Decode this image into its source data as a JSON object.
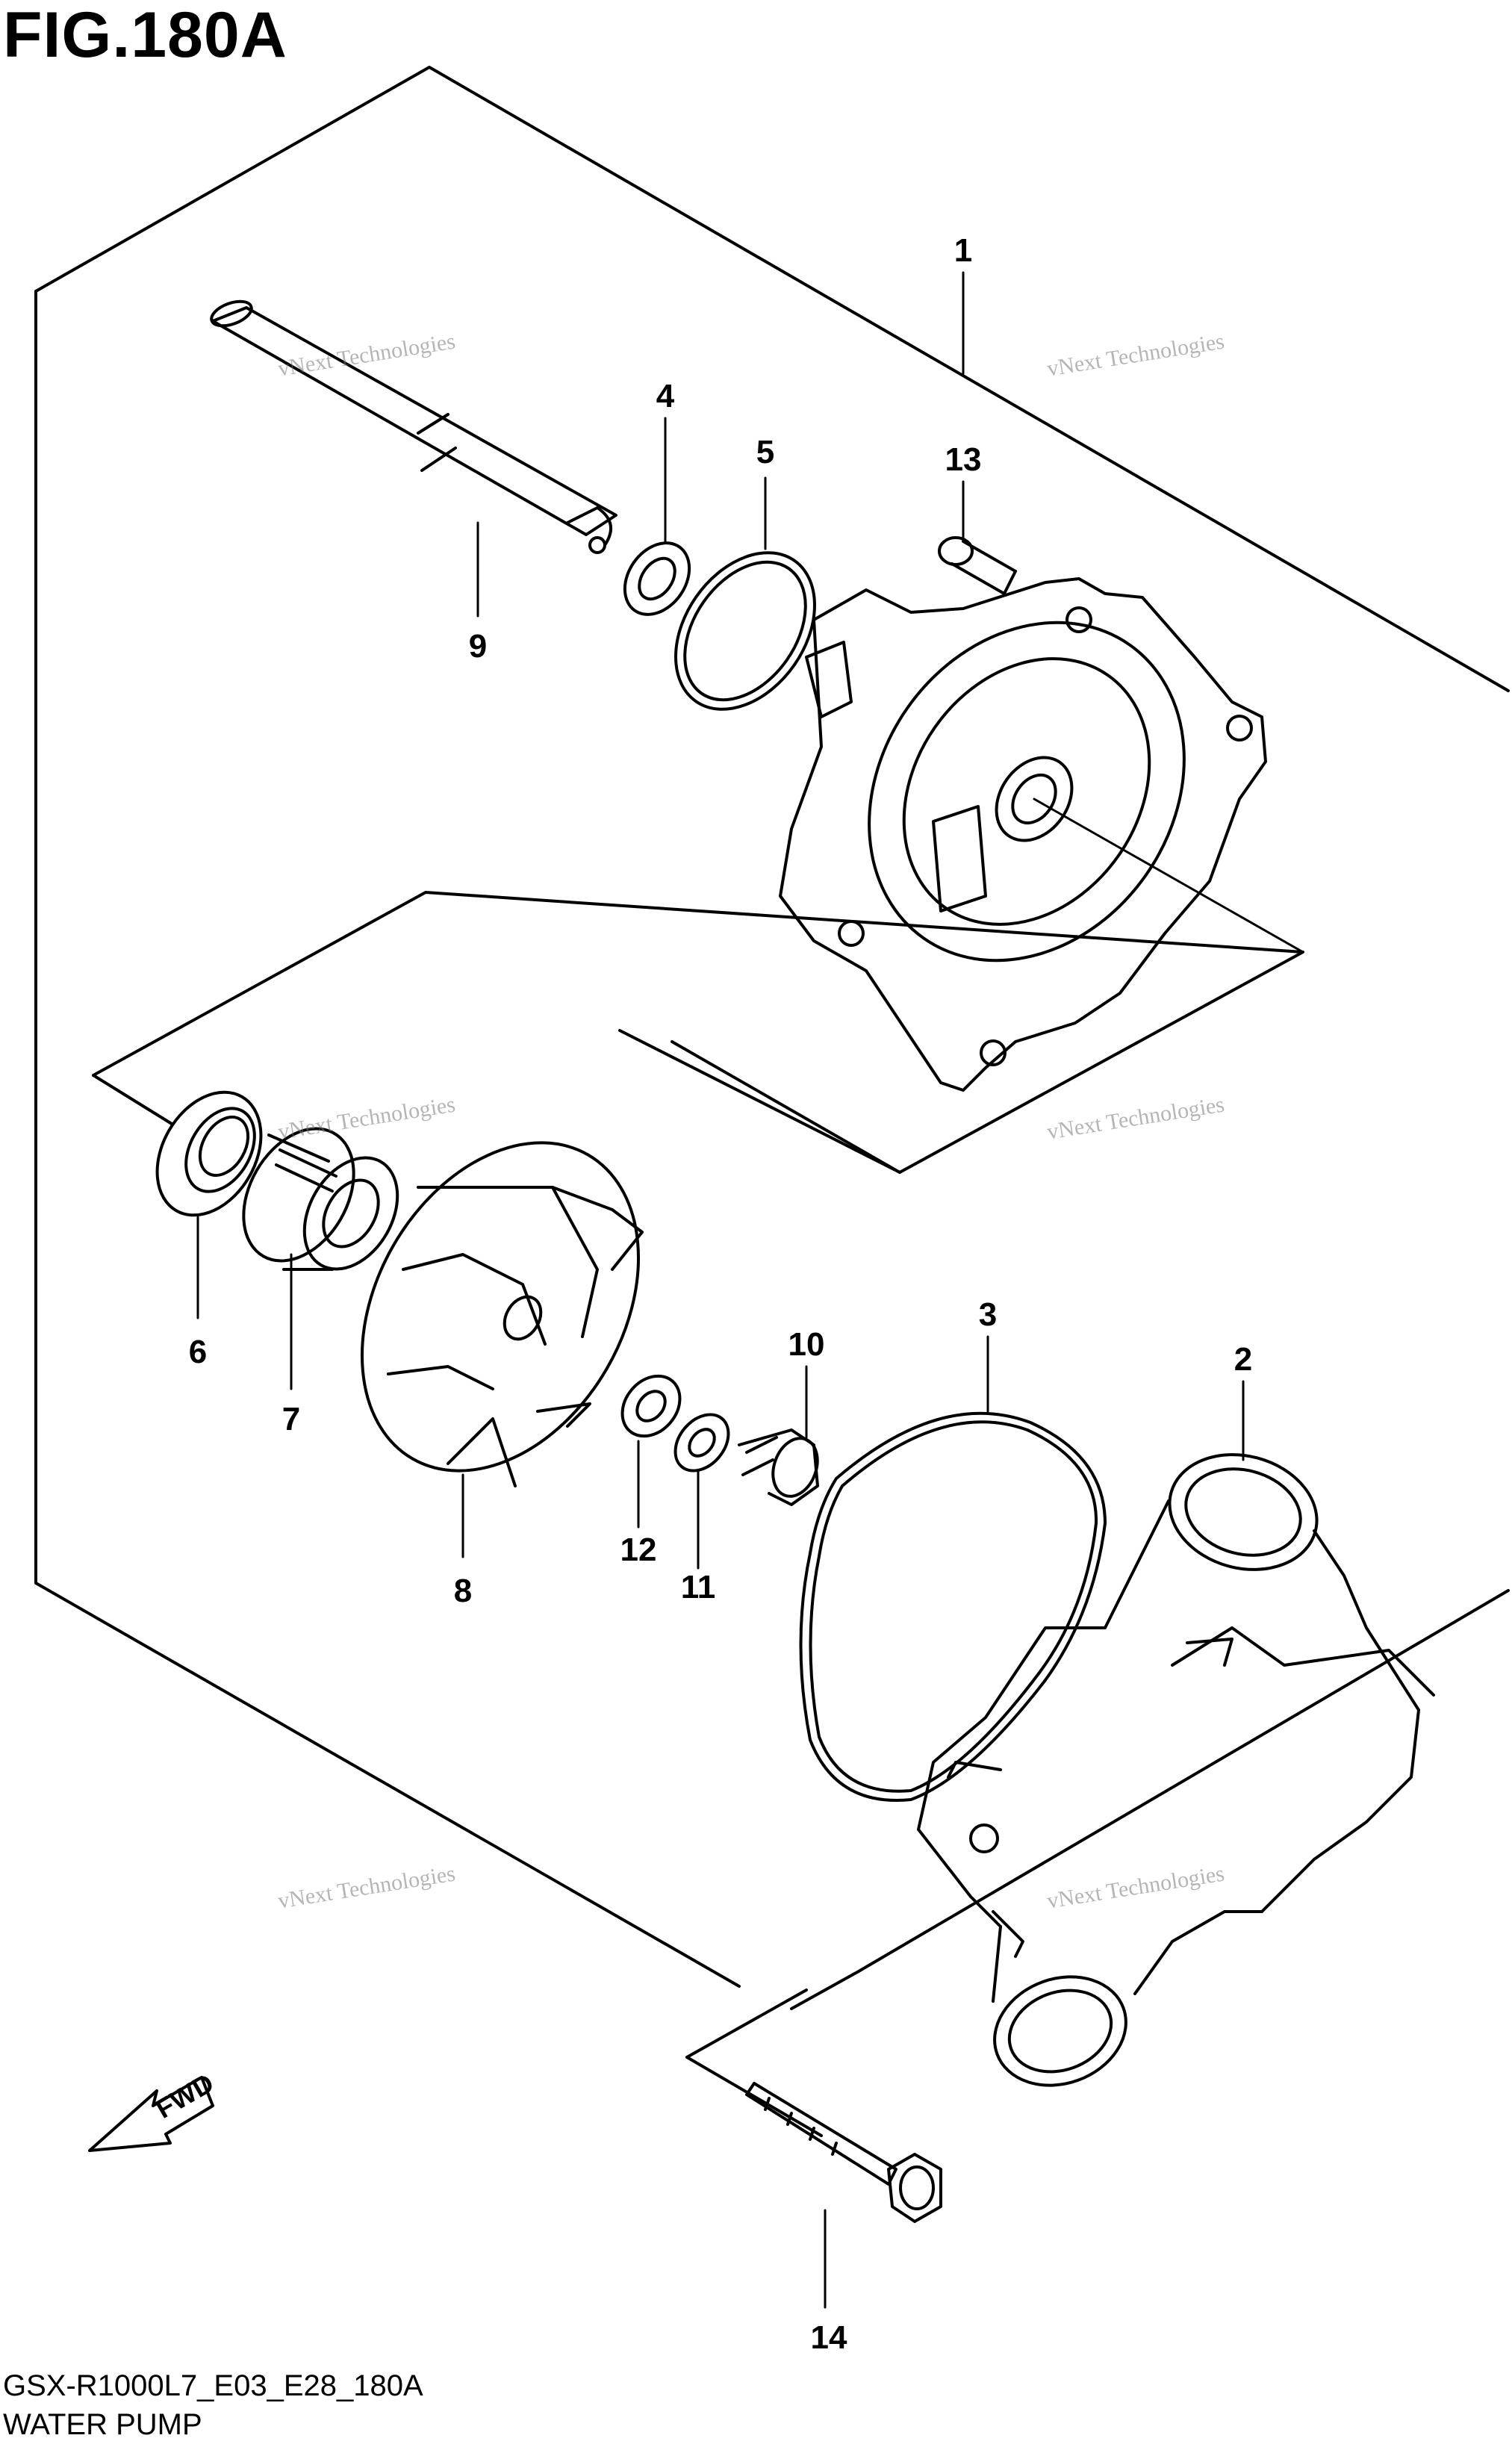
{
  "figure": {
    "title": "FIG.180A",
    "code": "GSX-R1000L7_E03_E28_180A",
    "name": "WATER PUMP",
    "fwd_label": "FWD"
  },
  "callouts": [
    {
      "id": "c1",
      "label": "1"
    },
    {
      "id": "c2",
      "label": "2"
    },
    {
      "id": "c3",
      "label": "3"
    },
    {
      "id": "c4",
      "label": "4"
    },
    {
      "id": "c5",
      "label": "5"
    },
    {
      "id": "c6",
      "label": "6"
    },
    {
      "id": "c7",
      "label": "7"
    },
    {
      "id": "c8",
      "label": "8"
    },
    {
      "id": "c9",
      "label": "9"
    },
    {
      "id": "c10",
      "label": "10"
    },
    {
      "id": "c11",
      "label": "11"
    },
    {
      "id": "c12",
      "label": "12"
    },
    {
      "id": "c13",
      "label": "13"
    },
    {
      "id": "c14",
      "label": "14"
    }
  ],
  "watermark": {
    "line1": "vNext Technologies",
    "line2": "Technologies"
  },
  "colors": {
    "line": "#000000",
    "watermark": "#9a9a9a"
  }
}
